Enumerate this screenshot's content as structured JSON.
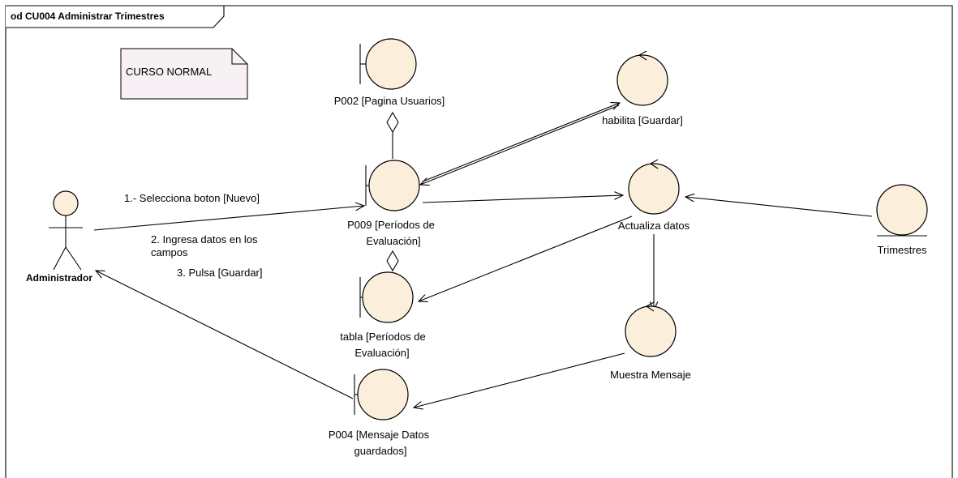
{
  "frame": {
    "title": "od CU004 Administrar Trimestres"
  },
  "note": {
    "text": "CURSO NORMAL"
  },
  "actor": {
    "label": "Administrador"
  },
  "elements": {
    "p002": {
      "line1": "P002 [Pagina Usuarios]"
    },
    "habilita": {
      "line1": "habilita [Guardar]"
    },
    "p009": {
      "line1": "P009 [Períodos de",
      "line2": "Evaluación]"
    },
    "actualiza": {
      "line1": "Actualiza datos"
    },
    "trimestres": {
      "line1": "Trimestres"
    },
    "tabla": {
      "line1": "tabla [Períodos de",
      "line2": "Evaluación]"
    },
    "muestra": {
      "line1": "Muestra Mensaje"
    },
    "p004": {
      "line1": "P004 [Mensaje Datos",
      "line2": "guardados]"
    }
  },
  "messages": {
    "m1": "1.- Selecciona boton [Nuevo]",
    "m2_line1": "2. Ingresa datos en los",
    "m2_line2": "campos",
    "m3": "3. Pulsa [Guardar]"
  },
  "colors": {
    "element_fill": "#fbeedb",
    "note_fill": "#f7f0f5",
    "line": "#000000"
  }
}
